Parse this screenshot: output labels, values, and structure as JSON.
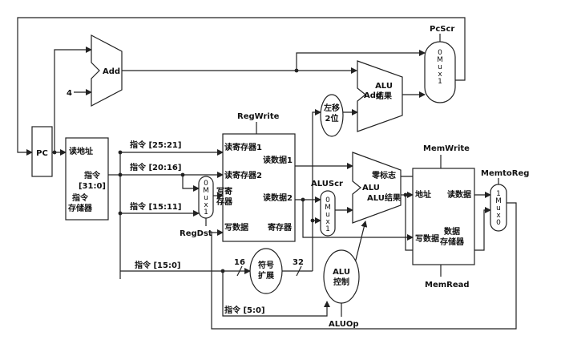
{
  "labels": {
    "pc": "PC",
    "add_top": "Add",
    "const_4": "4",
    "add_branch": "Add",
    "alu_result_top": "ALU\n结果",
    "pcsrc": "PcScr",
    "mux_pc": "0\nM\nu\nx\n1",
    "imem_read_addr": "读地址",
    "imem_instr": "指令\n[31:0]",
    "imem_name": "指令\n存储器",
    "instr_25_21": "指令 [25:21]",
    "instr_20_16": "指令 [20:16]",
    "instr_15_11": "指令 [15:11]",
    "instr_15_0": "指令 [15:0]",
    "instr_5_0": "指令 [5:0]",
    "mux_regdst": "0\nM\nu\nx\n1",
    "regdst": "RegDst",
    "regwrite": "RegWrite",
    "reg_read1": "读寄存器1",
    "reg_read2": "读寄存器2",
    "reg_write_reg": "写寄\n存器",
    "reg_write_data": "写数据",
    "reg_data1": "读数据1",
    "reg_data2": "读数据2",
    "reg_name": "寄存器",
    "shift": "左移\n2位",
    "alusrc": "ALUScr",
    "mux_alusrc": "0\nM\nu\nx\n1",
    "zero": "零标志",
    "alu": "ALU",
    "alu_result": "ALU结果",
    "sign_ext": "符号\n扩展",
    "bits_16": "16",
    "bits_32": "32",
    "alu_ctrl": "ALU\n控制",
    "aluop": "ALUOp",
    "memwrite": "MemWrite",
    "memread": "MemRead",
    "dmem_addr": "地址",
    "dmem_read": "读数据",
    "dmem_write": "写数据",
    "dmem_name": "数据\n存储器",
    "memtoreg": "MemtoReg",
    "mux_memtoreg": "1\nM\nu\nx\n0"
  }
}
